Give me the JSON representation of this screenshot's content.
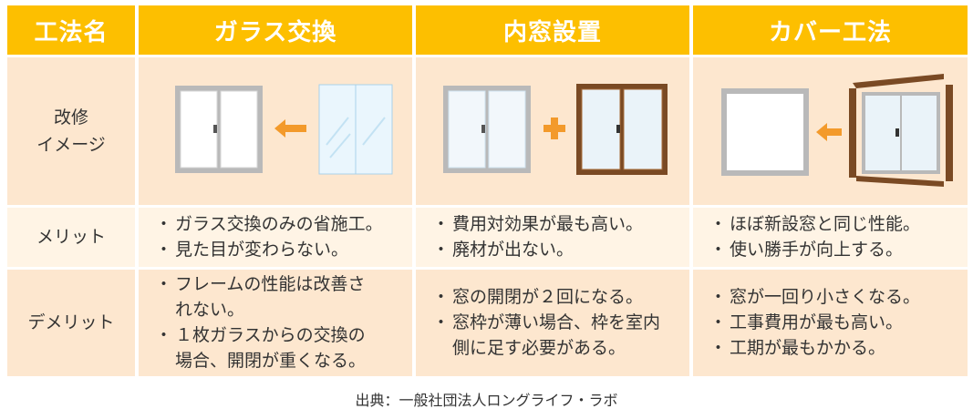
{
  "header": {
    "col0": "工法名",
    "col1": "ガラス交換",
    "col2": "内窓設置",
    "col3": "カバー工法"
  },
  "rows": {
    "image": {
      "label_line1": "改修",
      "label_line2": "イメージ"
    },
    "merit": {
      "label": "メリット",
      "glass": [
        "ガラス交換のみの省施工。",
        "見た目が変わらない。"
      ],
      "inner": [
        "費用対効果が最も高い。",
        "廃材が出ない。"
      ],
      "cover": [
        "ほぼ新設窓と同じ性能。",
        "使い勝手が向上する。"
      ]
    },
    "demerit": {
      "label": "デメリット",
      "glass": [
        "フレームの性能は改善されない。",
        "１枚ガラスからの交換の場合、開閉が重くなる。"
      ],
      "inner": [
        "窓の開閉が２回になる。",
        "窓枠が薄い場合、枠を室内側に足す必要がある。"
      ],
      "cover": [
        "窓が一回り小さくなる。",
        "工事費用が最も高い。",
        "工期が最もかかる。"
      ]
    }
  },
  "icons": {
    "arrow": "arrow-left-icon",
    "plus": "plus-icon",
    "window": "window-icon"
  },
  "colors": {
    "header_bg": "#fdbf00",
    "cell_dark": "#fde7cf",
    "cell_light": "#fff4e5",
    "accent_orange": "#f39a2b",
    "frame_gray": "#b9b9b9",
    "frame_brown": "#7a4a24"
  },
  "source": "出典：一般社団法人ロングライフ・ラボ"
}
